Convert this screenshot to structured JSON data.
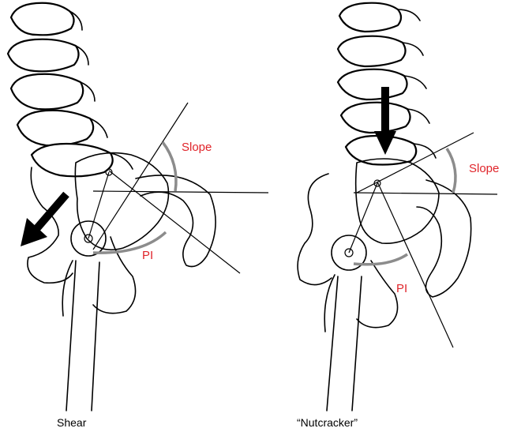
{
  "panels": [
    {
      "caption": "Shear",
      "slope_label": "Slope",
      "pi_label": "PI"
    },
    {
      "caption": "“Nutcracker”",
      "slope_label": "Slope",
      "pi_label": "PI"
    }
  ],
  "colors": {
    "label_red": "#e0242a",
    "angle_arc": "#8c8c8c",
    "line": "#000000"
  },
  "icons": [
    "shear-arrow-icon",
    "compression-arrow-icon"
  ]
}
